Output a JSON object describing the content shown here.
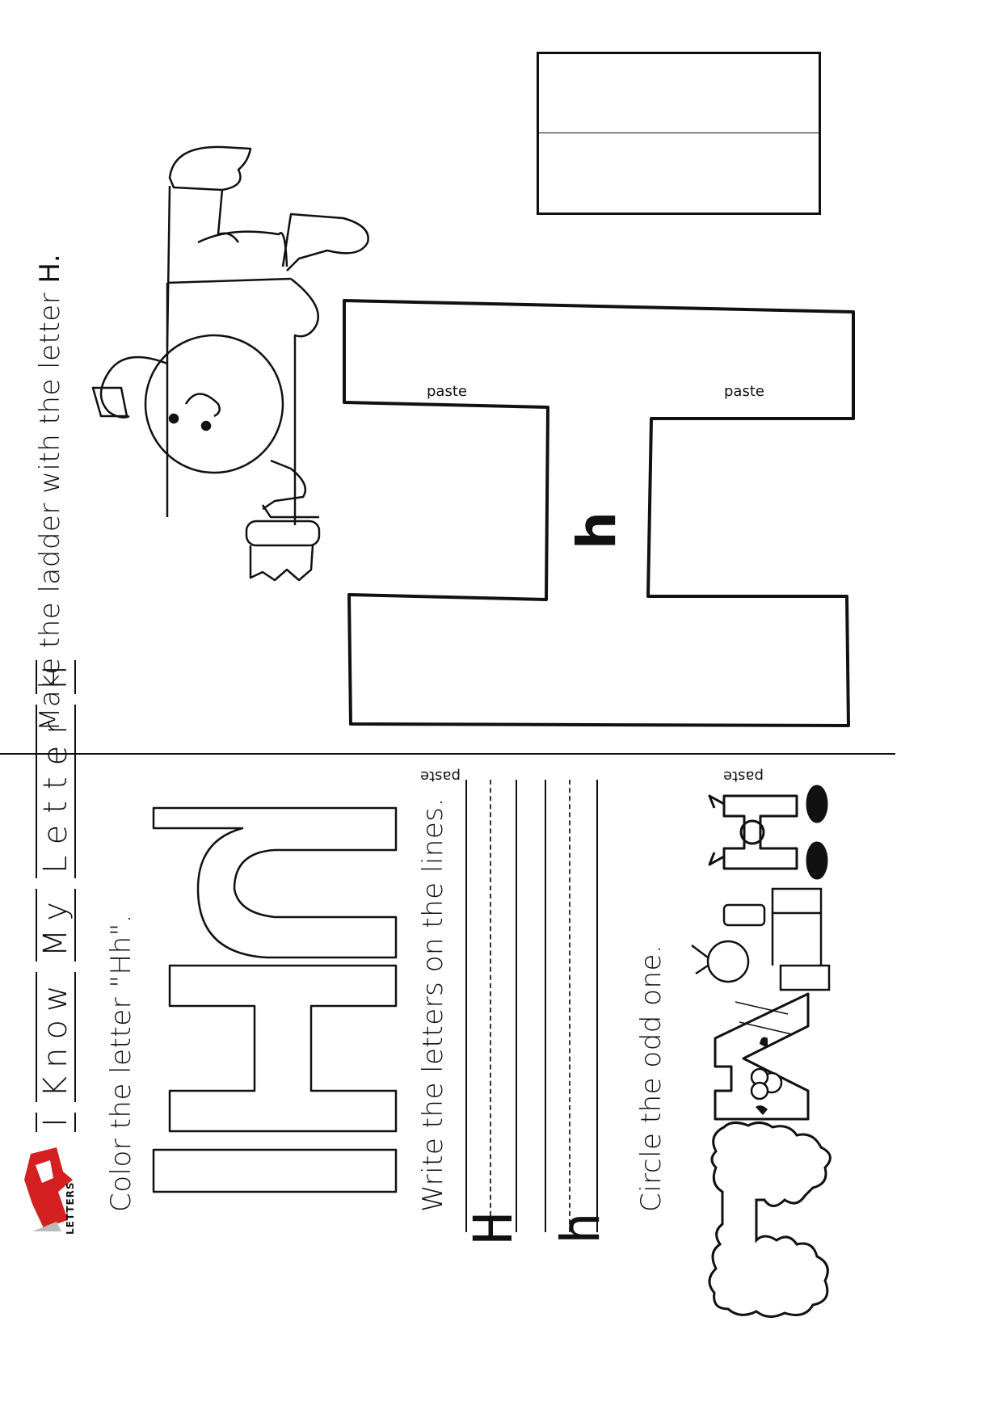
{
  "top_section": {
    "instruction_prefix": "Make the ladder with the letter ",
    "instruction_letter": "H.",
    "paste_labels": [
      "paste",
      "paste",
      "paste",
      "paste"
    ],
    "center_letter": "h"
  },
  "logo": {
    "text": "LETTERS"
  },
  "title": {
    "words": [
      "I",
      "Know",
      "My",
      "Letter",
      "H"
    ]
  },
  "color_section": {
    "instruction": "Color the letter \"Hh\"."
  },
  "write_section": {
    "instruction": "Write the letters on the lines.",
    "guides": [
      "H",
      "h"
    ]
  },
  "circle_section": {
    "instruction": "Circle the odd one."
  },
  "icons": [
    "boy-handstand-icon",
    "stacked-cards-icon",
    "cloud-letter-h-icon",
    "letter-a-face-icon",
    "kid-at-desk-icon",
    "letter-h-character-icon"
  ]
}
